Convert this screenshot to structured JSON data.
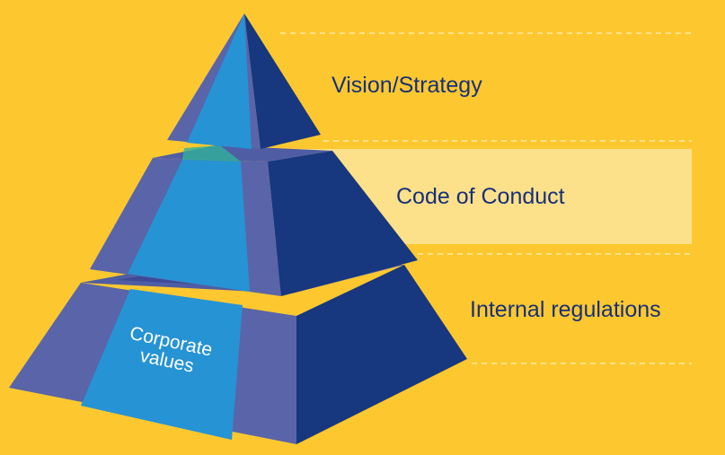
{
  "diagram": {
    "levels": [
      {
        "label": "Vision/Strategy"
      },
      {
        "label": "Code of Conduct",
        "highlighted": true
      },
      {
        "label": "Internal regulations"
      }
    ],
    "core_label": "Corporate\nvalues"
  },
  "colors": {
    "background": "#fdc82f",
    "highlight_band": "#fde08a",
    "pyramid_dark": "#17377e",
    "pyramid_mid": "#4f5da4",
    "pyramid_light": "#6b73b0",
    "core_beam": "#2693d4",
    "label_text": "#17307a",
    "guide_lines": "#fde9a6"
  }
}
